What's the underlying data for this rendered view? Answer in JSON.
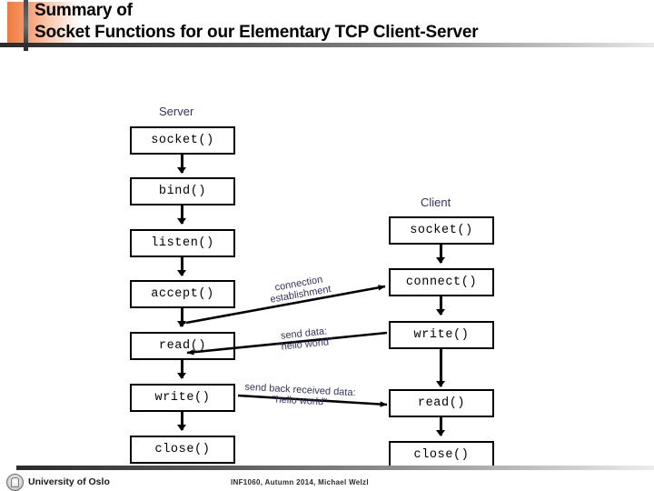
{
  "slide": {
    "title_line1": "Summary of",
    "title_line2": "Socket Functions for our Elementary TCP Client-Server"
  },
  "diagram": {
    "type": "flowchart",
    "columns": [
      {
        "name": "server",
        "label": "Server",
        "steps": [
          {
            "label": "socket()"
          },
          {
            "label": "bind()"
          },
          {
            "label": "listen()"
          },
          {
            "label": "accept()"
          },
          {
            "label": "read()"
          },
          {
            "label": "write()"
          },
          {
            "label": "close()"
          }
        ]
      },
      {
        "name": "client",
        "label": "Client",
        "steps": [
          {
            "label": "socket()"
          },
          {
            "label": "connect()"
          },
          {
            "label": "write()"
          },
          {
            "label": "read()"
          },
          {
            "label": "close()"
          }
        ]
      }
    ],
    "messages": [
      {
        "name": "connection-establishment",
        "line1": "connection",
        "line2": "establishment",
        "direction": "bidirectional"
      },
      {
        "name": "send-data",
        "line1": "send data:",
        "line2": "\"hello world\"",
        "direction": "client-to-server"
      },
      {
        "name": "send-back-received-data",
        "line1": "send back received data:",
        "line2": "\"hello world\"",
        "direction": "server-to-client"
      }
    ]
  },
  "footer": {
    "university": "University of Oslo",
    "course": "INF1060,  Autumn 2014,  Michael Welzl"
  },
  "colors": {
    "accent_orange": "#f07a3c",
    "label_blue": "#333366",
    "box_border": "#000000",
    "text_black": "#000000"
  }
}
